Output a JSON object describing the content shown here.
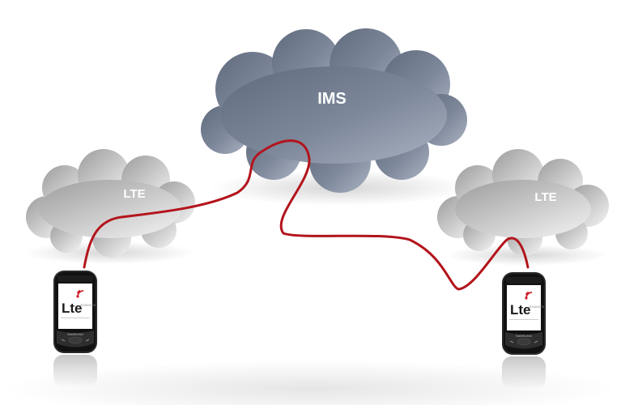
{
  "clouds": {
    "core": {
      "label": "IMS"
    },
    "left_access": {
      "label": "LTE"
    },
    "right_access": {
      "label": "LTE"
    }
  },
  "devices": {
    "left_phone": {
      "screen_logo": "Lte",
      "logo_tag": "ADVANCED",
      "brand": "SAMSUNG"
    },
    "right_phone": {
      "screen_logo": "Lte",
      "logo_tag": "ADVANCED",
      "brand": "SAMSUNG"
    }
  },
  "colors": {
    "connection_line": "#b3141c",
    "ims_cloud": "#7f8a9c",
    "lte_cloud": "#c8c8c8",
    "label_text": "#ffffff"
  }
}
